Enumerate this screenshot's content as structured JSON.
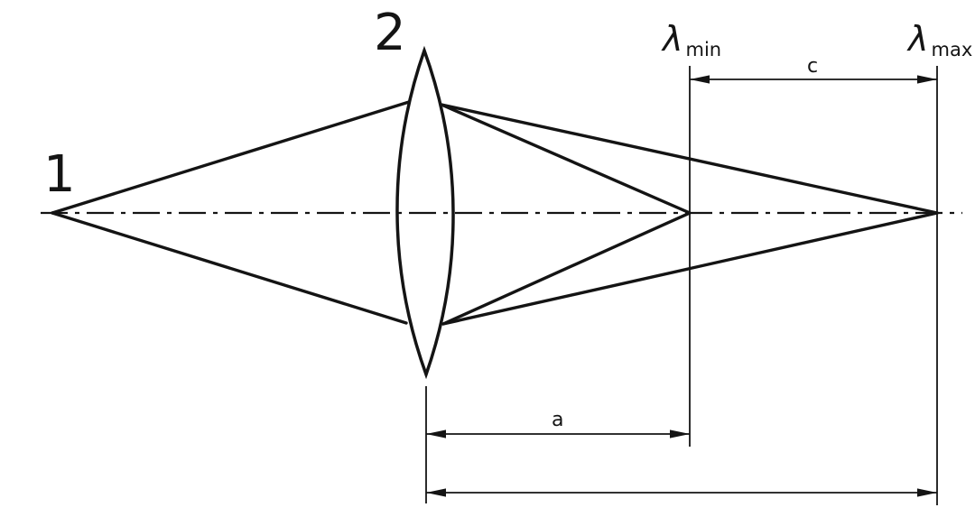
{
  "diagram": {
    "labels": {
      "point_source": "1",
      "lens": "2",
      "lambda_min": {
        "symbol": "λ",
        "subscript": "min"
      },
      "lambda_max": {
        "symbol": "λ",
        "subscript": "max"
      },
      "dim_a": "a",
      "dim_c": "c"
    },
    "colors": {
      "stroke": "#141414",
      "background": "#ffffff"
    }
  }
}
